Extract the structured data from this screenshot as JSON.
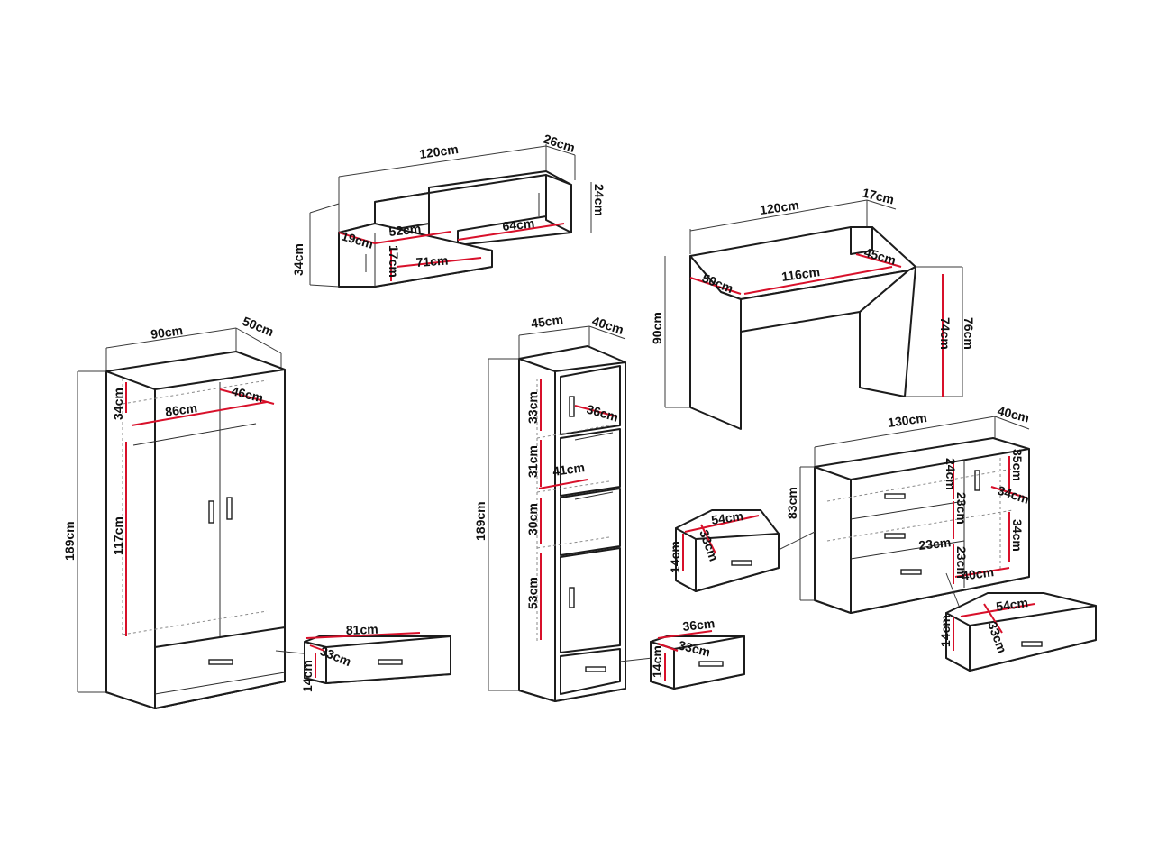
{
  "colors": {
    "outline": "#1c1c1c",
    "dimension_red": "#d8102a",
    "background": "#ffffff"
  },
  "shelf": {
    "w": "120cm",
    "d": "26cm",
    "h_right": "24cm",
    "h_left": "34cm",
    "c1": "19cm",
    "c2": "52cm",
    "c3": "64cm",
    "c4": "17cm",
    "c5": "71cm"
  },
  "desk": {
    "w": "120cm",
    "d": "17cm",
    "inner_w": "116cm",
    "side": "50cm",
    "top_d": "45cm",
    "h_back": "90cm",
    "h1": "74cm",
    "h2": "76cm"
  },
  "wardrobe": {
    "w": "90cm",
    "d": "50cm",
    "h": "189cm",
    "top": "34cm",
    "inner_d": "46cm",
    "inner_w": "86cm",
    "hang": "117cm",
    "drawer_w": "81cm",
    "drawer_d": "33cm",
    "drawer_h": "14cm"
  },
  "tall_cabinet": {
    "w": "45cm",
    "d": "40cm",
    "h": "189cm",
    "s1": "33cm",
    "inner_d": "36cm",
    "s2": "31cm",
    "inner_w": "41cm",
    "s3": "30cm",
    "s4": "53cm",
    "drawer_d1": "36cm",
    "drawer_d2": "33cm",
    "drawer_h": "14cm"
  },
  "dresser": {
    "w": "130cm",
    "d": "40cm",
    "h": "83cm",
    "d1": "24cm",
    "d2": "23cm",
    "d3": "23cm",
    "d4": "23cm",
    "r1": "35cm",
    "r2": "34cm",
    "r3": "34cm",
    "r4": "40cm",
    "left_drawer_w": "54cm",
    "left_drawer_d": "33cm",
    "left_drawer_h": "14cm",
    "right_drawer_w": "54cm",
    "right_drawer_d": "33cm",
    "right_drawer_h": "14cm"
  }
}
